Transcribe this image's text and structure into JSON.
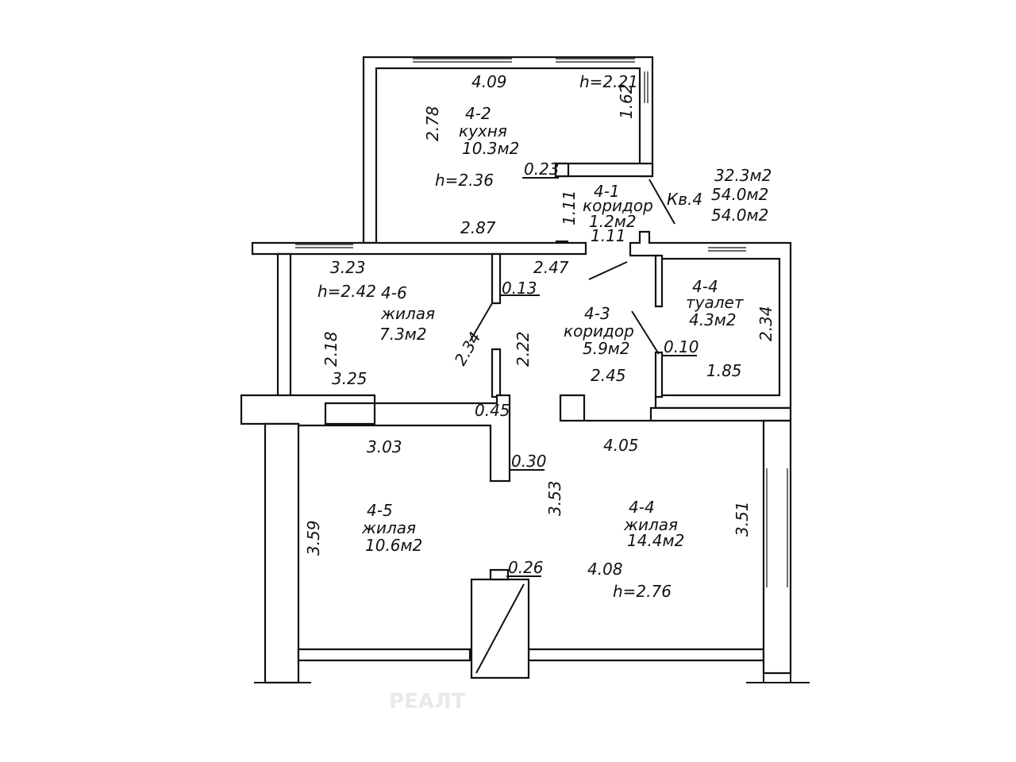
{
  "watermark": "РЕАЛТ",
  "apartment": {
    "number": "Кв.4",
    "area_living": "32.3м2",
    "area_total": "54.0м2",
    "area_total2": "54.0м2"
  },
  "rooms": [
    {
      "id": "4-2",
      "name": "кухня",
      "area": "10.3м2"
    },
    {
      "id": "4-1",
      "name": "коридор",
      "area": "1.2м2"
    },
    {
      "id": "4-6",
      "name": "жилая",
      "area": "7.3м2"
    },
    {
      "id": "4-3",
      "name": "коридор",
      "area": "5.9м2"
    },
    {
      "id": "4-4",
      "name": "туалет",
      "area": "4.3м2"
    },
    {
      "id": "4-5",
      "name": "жилая",
      "area": "10.6м2"
    },
    {
      "id": "4-4",
      "name": "жилая",
      "area": "14.4м2"
    }
  ],
  "dimensions": {
    "kitchen_top": "4.09",
    "kitchen_h_top": "h=2.21",
    "kitchen_left": "2.78",
    "kitchen_right": "1.62",
    "kitchen_step": "0.23",
    "kitchen_h": "h=2.36",
    "kitchen_bottom": "2.87",
    "corr1_vertical": "1.11",
    "corr1_bottom": "1.11",
    "bed6_top": "3.23",
    "bed6_h": "h=2.42",
    "bed6_left": "2.18",
    "bed6_bottom": "3.25",
    "bed6_right": "2.34",
    "bed6_partition": "0.13",
    "corr3_top": "2.47",
    "corr3_left": "2.22",
    "corr3_bottom": "2.45",
    "wc_partition": "0.10",
    "wc_right": "2.34",
    "wc_bottom": "1.85",
    "wall_045": "0.45",
    "bed5_top": "3.03",
    "wall_030": "0.30",
    "bed5_left": "3.59",
    "middle": "3.53",
    "bed4_top": "4.05",
    "bed4_right": "3.51",
    "shaft": "0.26",
    "bed4_bottom": "4.08",
    "bed4_h": "h=2.76"
  }
}
